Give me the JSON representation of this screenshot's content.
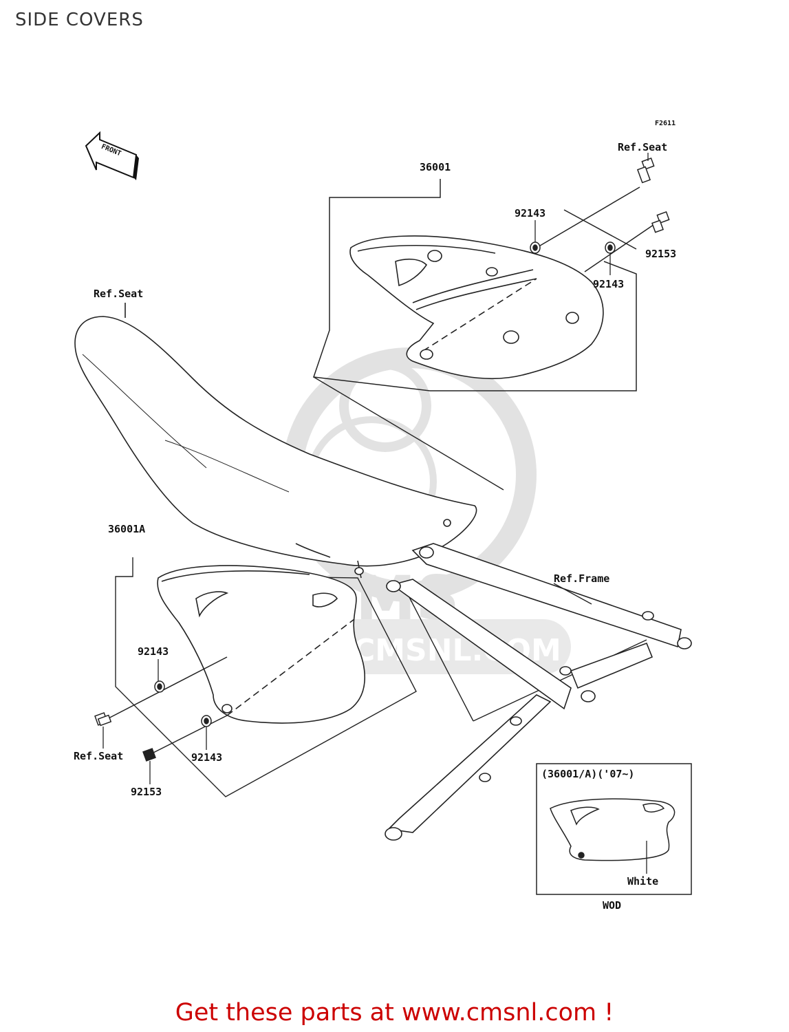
{
  "header": {
    "title": "SIDE COVERS"
  },
  "diagram": {
    "figure_code": "F2611",
    "front_arrow": "FRONT",
    "watermark": {
      "text": "CMS",
      "url": "WWW.CMSNL.COM"
    },
    "labels": {
      "cover_right": "36001",
      "cover_left": "36001A",
      "washer_r_top": "92143",
      "washer_r_mid": "92143",
      "bolt_r": "92153",
      "seat_r": "Ref.Seat",
      "seat_main": "Ref.Seat",
      "washer_l_top": "92143",
      "washer_l_bot": "92143",
      "bolt_l": "92153",
      "seat_l": "Ref.Seat",
      "frame": "Ref.Frame"
    },
    "inset": {
      "title": "(36001/A)('07~)",
      "color_label": "White",
      "caption": "WOD"
    }
  },
  "promo": {
    "text": "Get these parts at www.cmsnl.com !"
  },
  "colors": {
    "promo": "#cc0000",
    "line": "#222222",
    "watermark": "#e6e6e6"
  }
}
